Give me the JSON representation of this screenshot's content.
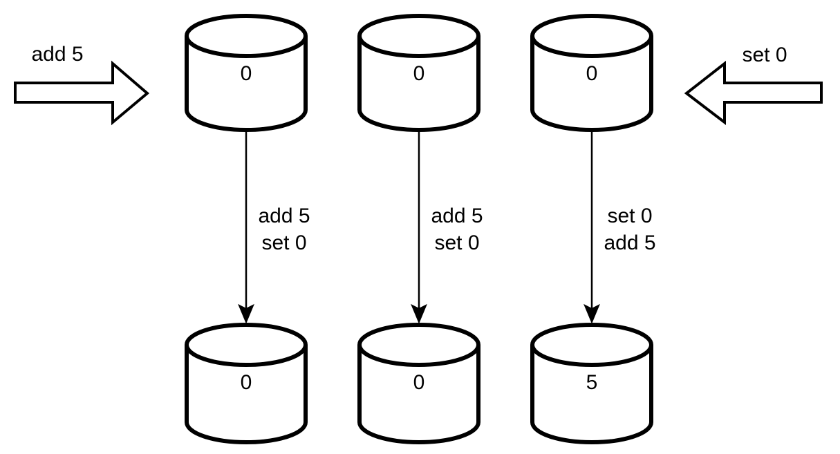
{
  "diagram": {
    "description": "Three database replicas receiving concurrent operations in different orders",
    "colors": {
      "stroke": "#000000",
      "fill": "#ffffff",
      "background": "#ffffff",
      "text": "#000000"
    },
    "incoming": {
      "left_arrow_label": "add 5",
      "right_arrow_label": "set 0"
    },
    "replicas": [
      {
        "initial_value": "0",
        "operations": [
          "add 5",
          "set 0"
        ],
        "final_value": "0"
      },
      {
        "initial_value": "0",
        "operations": [
          "add 5",
          "set 0"
        ],
        "final_value": "0"
      },
      {
        "initial_value": "0",
        "operations": [
          "set 0",
          "add 5"
        ],
        "final_value": "5"
      }
    ]
  }
}
